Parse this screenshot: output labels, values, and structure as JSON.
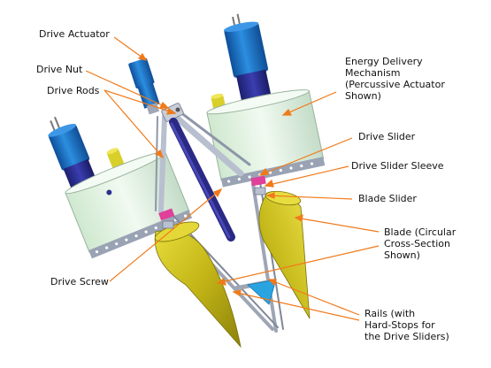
{
  "colors": {
    "leader": "#f07a1a",
    "motor_blue": "#1d74c9",
    "motor_dark": "#2b2f8f",
    "body_green": "#e3f3e3",
    "blade_yellow": "#c9bd1c",
    "slider_magenta": "#e0409a",
    "rail_grey": "#b9c0cf",
    "drive_rod_purple": "#3a3aa0",
    "cyan_plate": "#2aa4e0"
  },
  "labels": {
    "drive_actuator": "Drive Actuator",
    "drive_nut": "Drive Nut",
    "drive_rods": "Drive Rods",
    "energy_delivery": "Energy Delivery\nMechanism\n(Percussive Actuator\nShown)",
    "drive_slider": "Drive Slider",
    "drive_slider_sleeve": "Drive Slider Sleeve",
    "blade_slider": "Blade Slider",
    "blade": "Blade (Circular\nCross-Section\nShown)",
    "drive_screw": "Drive Screw",
    "rails": "Rails (with\nHard-Stops for\nthe Drive Sliders)"
  }
}
